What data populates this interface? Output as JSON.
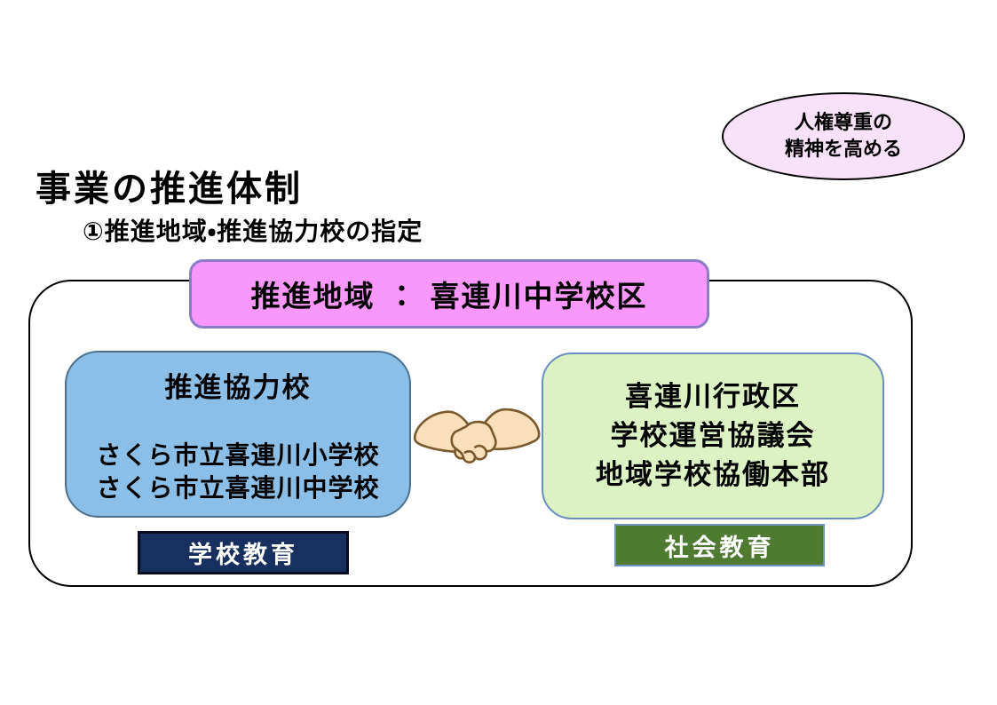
{
  "badge": {
    "line1": "人権尊重の",
    "line2": "精神を高める",
    "fill": "#F8E2F7",
    "border": "#000000"
  },
  "header": {
    "title": "事業の推進体制",
    "subtitle": "①推進地域・推進協力校の指定"
  },
  "diagram": {
    "region_banner": {
      "label": "推進地域 ： 喜連川中学校区",
      "fill": "#FA97FA",
      "border": "#8A7CC8"
    },
    "school_box": {
      "heading": "推進協力校",
      "lines": [
        "さくら市立喜連川小学校",
        "さくら市立喜連川中学校"
      ],
      "fill": "#8BBFE8",
      "border": "#4A708E"
    },
    "community_box": {
      "lines": [
        "喜連川行政区",
        "学校運営協議会",
        "地域学校協働本部"
      ],
      "fill": "#DCF2C3",
      "border": "#6A8FBF"
    },
    "handshake_icon": {
      "name": "handshake",
      "fill": "#F9DFBA",
      "stroke": "#7A5A2E"
    },
    "school_education_label": {
      "label": "学校教育",
      "fill": "#17305F",
      "text_color": "#FFFFFF"
    },
    "social_education_label": {
      "label": "社会教育",
      "fill": "#4E7A32",
      "text_color": "#FFFFFF"
    }
  }
}
